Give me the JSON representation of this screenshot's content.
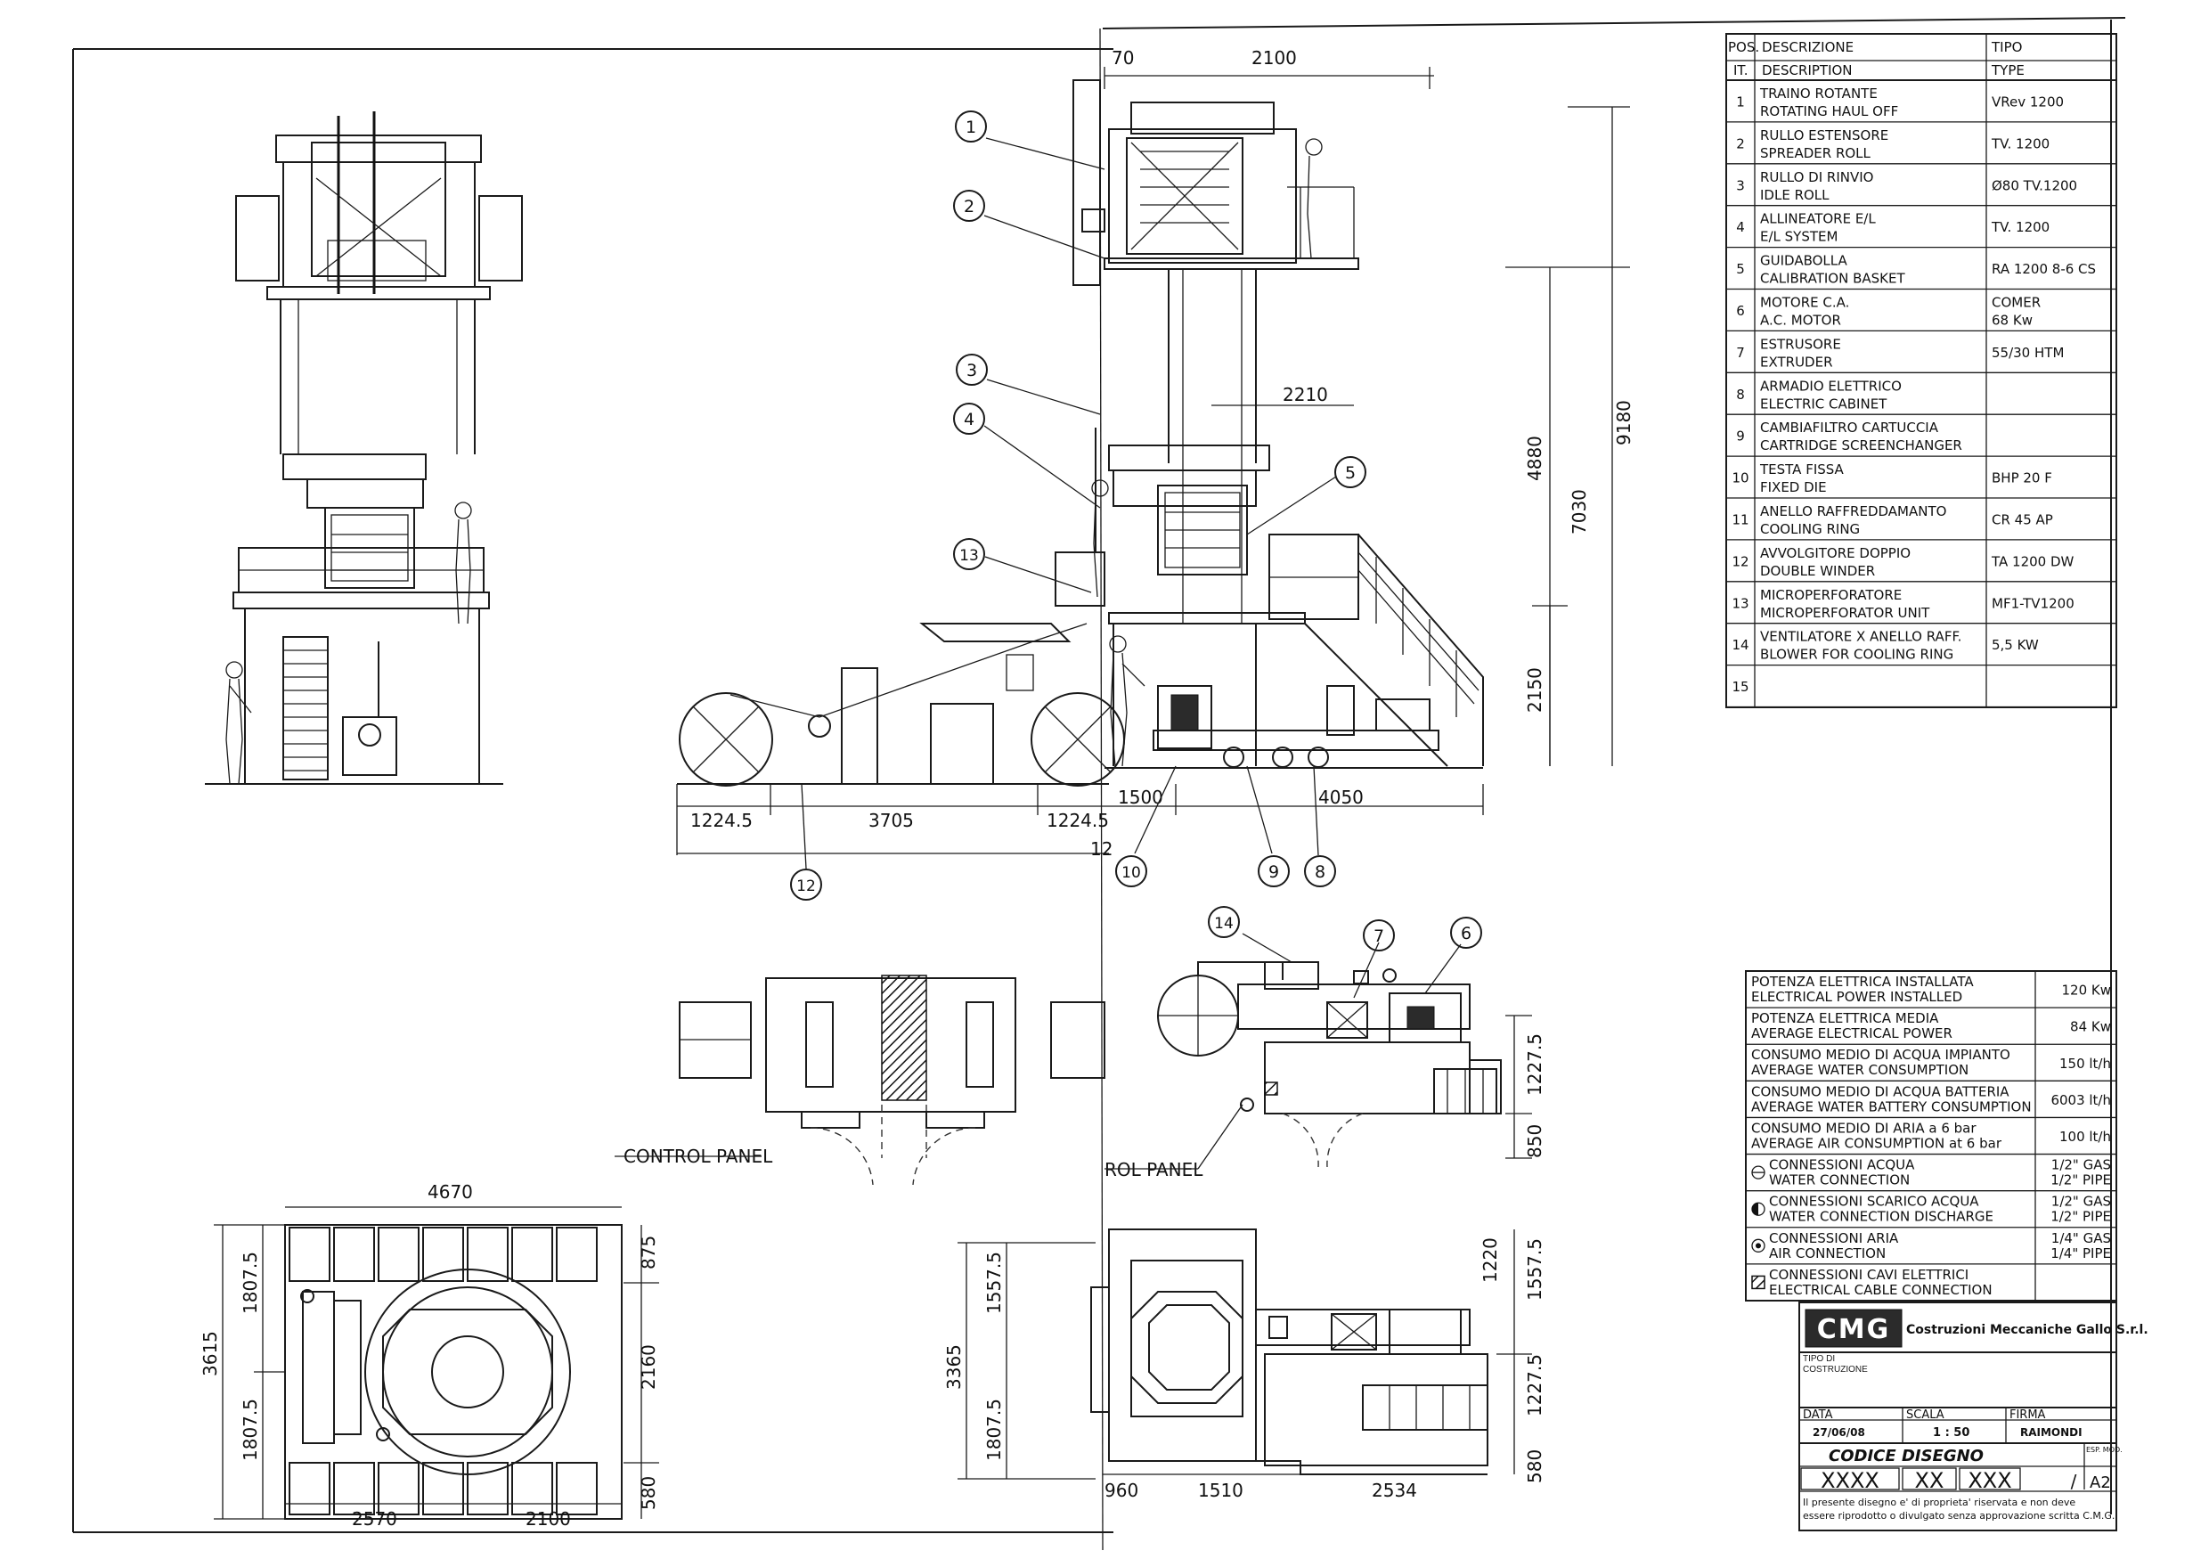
{
  "parts_table": {
    "headers": {
      "pos": "POS.",
      "it": "IT.",
      "desc_it": "DESCRIZIONE",
      "desc_en": "DESCRIPTION",
      "tipo": "TIPO",
      "type": "TYPE"
    },
    "rows": [
      {
        "n": "1",
        "it": "TRAINO ROTANTE",
        "en": "ROTATING HAUL OFF",
        "type": "VRev 1200"
      },
      {
        "n": "2",
        "it": "RULLO ESTENSORE",
        "en": "SPREADER ROLL",
        "type": "TV. 1200"
      },
      {
        "n": "3",
        "it": "RULLO DI RINVIO",
        "en": "IDLE ROLL",
        "type": "Ø80 TV.1200"
      },
      {
        "n": "4",
        "it": "ALLINEATORE E/L",
        "en": "E/L SYSTEM",
        "type": "TV. 1200"
      },
      {
        "n": "5",
        "it": "GUIDABOLLA",
        "en": "CALIBRATION BASKET",
        "type": "RA 1200 8-6 CS"
      },
      {
        "n": "6",
        "it": "MOTORE C.A.",
        "en": "A.C. MOTOR",
        "type": "COMER",
        "type2": "68 Kw"
      },
      {
        "n": "7",
        "it": "ESTRUSORE",
        "en": "EXTRUDER",
        "type": "55/30 HTM"
      },
      {
        "n": "8",
        "it": "ARMADIO ELETTRICO",
        "en": "ELECTRIC CABINET",
        "type": ""
      },
      {
        "n": "9",
        "it": "CAMBIAFILTRO CARTUCCIA",
        "en": "CARTRIDGE SCREENCHANGER",
        "type": ""
      },
      {
        "n": "10",
        "it": "TESTA FISSA",
        "en": "FIXED DIE",
        "type": "BHP 20 F"
      },
      {
        "n": "11",
        "it": "ANELLO RAFFREDDAMANTO",
        "en": "COOLING RING",
        "type": "CR 45 AP"
      },
      {
        "n": "12",
        "it": "AVVOLGITORE DOPPIO",
        "en": "DOUBLE WINDER",
        "type": "TA 1200 DW"
      },
      {
        "n": "13",
        "it": "MICROPERFORATORE",
        "en": "MICROPERFORATOR UNIT",
        "type": "MF1-TV1200"
      },
      {
        "n": "14",
        "it": "VENTILATORE X ANELLO RAFF.",
        "en": "BLOWER FOR COOLING RING",
        "type": "5,5 KW"
      },
      {
        "n": "15",
        "it": "",
        "en": "",
        "type": ""
      }
    ]
  },
  "specs_table": {
    "rows": [
      {
        "it": "POTENZA ELETTRICA INSTALLATA",
        "en": "ELECTRICAL POWER INSTALLED",
        "v1": "120 Kw",
        "v2": ""
      },
      {
        "it": "POTENZA ELETTRICA MEDIA",
        "en": "AVERAGE ELECTRICAL POWER",
        "v1": "84 Kw",
        "v2": ""
      },
      {
        "it": "CONSUMO MEDIO DI ACQUA IMPIANTO",
        "en": "AVERAGE WATER CONSUMPTION",
        "v1": "150 lt/h",
        "v2": ""
      },
      {
        "it": "CONSUMO MEDIO DI ACQUA BATTERIA",
        "en": "AVERAGE WATER BATTERY CONSUMPTION",
        "v1": "6003 lt/h",
        "v2": ""
      },
      {
        "it": "CONSUMO MEDIO DI ARIA a 6 bar",
        "en": "AVERAGE AIR CONSUMPTION at 6 bar",
        "v1": "100 lt/h",
        "v2": ""
      },
      {
        "it": "CONNESSIONI ACQUA",
        "en": "WATER CONNECTION",
        "v1": "1/2\" GAS",
        "v2": "1/2\" PIPE",
        "sym": "water"
      },
      {
        "it": "CONNESSIONI SCARICO ACQUA",
        "en": "WATER CONNECTION DISCHARGE",
        "v1": "1/2\" GAS",
        "v2": "1/2\" PIPE",
        "sym": "discharge"
      },
      {
        "it": "CONNESSIONI ARIA",
        "en": "AIR CONNECTION",
        "v1": "1/4\" GAS",
        "v2": "1/4\" PIPE",
        "sym": "air"
      },
      {
        "it": "CONNESSIONI CAVI ELETTRICI",
        "en": "ELECTRICAL CABLE CONNECTION",
        "v1": "",
        "v2": "",
        "sym": "cable"
      }
    ]
  },
  "title_block": {
    "logo": "CMG",
    "company": "Costruzioni Meccaniche Gallo S.r.l.",
    "tipo_label": "TIPO DI COSTRUZIONE",
    "data_label": "DATA",
    "data_value": "27/06/08",
    "scala_label": "SCALA",
    "scala_value": "1 : 50",
    "firma_label": "FIRMA",
    "firma_value": "RAIMONDI",
    "codice_label": "CODICE DISEGNO",
    "code1": "XXXX",
    "code2": "XX",
    "code3": "XXX",
    "slash": "/",
    "esp_label": "ESP. MOD.",
    "size": "A2",
    "disclaimer1": "Il presente disegno e' di proprieta' riservata e non deve",
    "disclaimer2": "essere riprodotto o divulgato senza approvazione scritta C.M.G."
  },
  "dims": {
    "d70": "70",
    "d2100_top": "2100",
    "d2210": "2210",
    "d4880": "4880",
    "d9180": "9180",
    "d7030": "7030",
    "d2150": "2150",
    "d1224_5a": "1224.5",
    "d3705": "3705",
    "d1224_5b": "1224.5",
    "d12": "12",
    "d1500": "1500",
    "d4050": "4050",
    "d1227_5a": "1227.5",
    "d850": "850",
    "d4670": "4670",
    "d3615": "3615",
    "d1807_5a": "1807.5",
    "d1807_5b": "1807.5",
    "d875": "875",
    "d2160": "2160",
    "d580a": "580",
    "d2570": "2570",
    "d2100_bot": "2100",
    "d3365": "3365",
    "d1557_5a": "1557.5",
    "d1807_5c": "1807.5",
    "d1220": "1220",
    "d1557_5b": "1557.5",
    "d1227_5b": "1227.5",
    "d580b": "580",
    "d960": "960",
    "d1510": "1510",
    "d2534": "2534"
  },
  "balloons": [
    "1",
    "2",
    "3",
    "4",
    "5",
    "13",
    "12",
    "10",
    "9",
    "8",
    "14",
    "7",
    "6"
  ],
  "labels": {
    "control_panel": "CONTROL PANEL",
    "rol_panel": "ROL PANEL"
  }
}
